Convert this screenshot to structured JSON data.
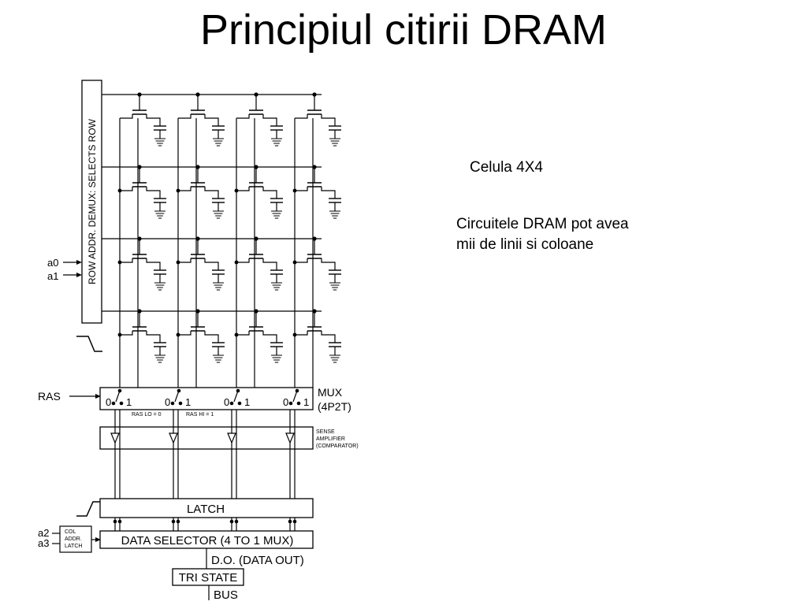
{
  "slide": {
    "title": "Principiul citirii DRAM",
    "notes": {
      "cell": "Celula 4X4",
      "line1": "Circuitele DRAM pot avea",
      "line2": "mii de linii si coloane"
    }
  },
  "diagram": {
    "cell_grid": {
      "rows": 4,
      "columns": 4
    },
    "labels": {
      "row_demux": "ROW ADDR. DEMUX: SELECTS ROW",
      "a0": "a0",
      "a1": "a1",
      "ras": "RAS",
      "mux_line1": "MUX",
      "mux_line2": "(4P2T)",
      "switch_zero": "0",
      "switch_one": "1",
      "ras_lo": "RAS LO = 0",
      "ras_hi": "RAS HI = 1",
      "sense_line1": "SENSE",
      "sense_line2": "AMPLIFIER",
      "sense_line3": "(COMPARATOR)",
      "latch": "LATCH",
      "a2": "a2",
      "a3": "a3",
      "col_line1": "COL",
      "col_line2": "ADDR.",
      "col_line3": "LATCH",
      "data_selector": "DATA SELECTOR (4 TO 1 MUX)",
      "data_out": "D.O. (DATA OUT)",
      "tri_state": "TRI STATE",
      "bus": "BUS"
    }
  }
}
